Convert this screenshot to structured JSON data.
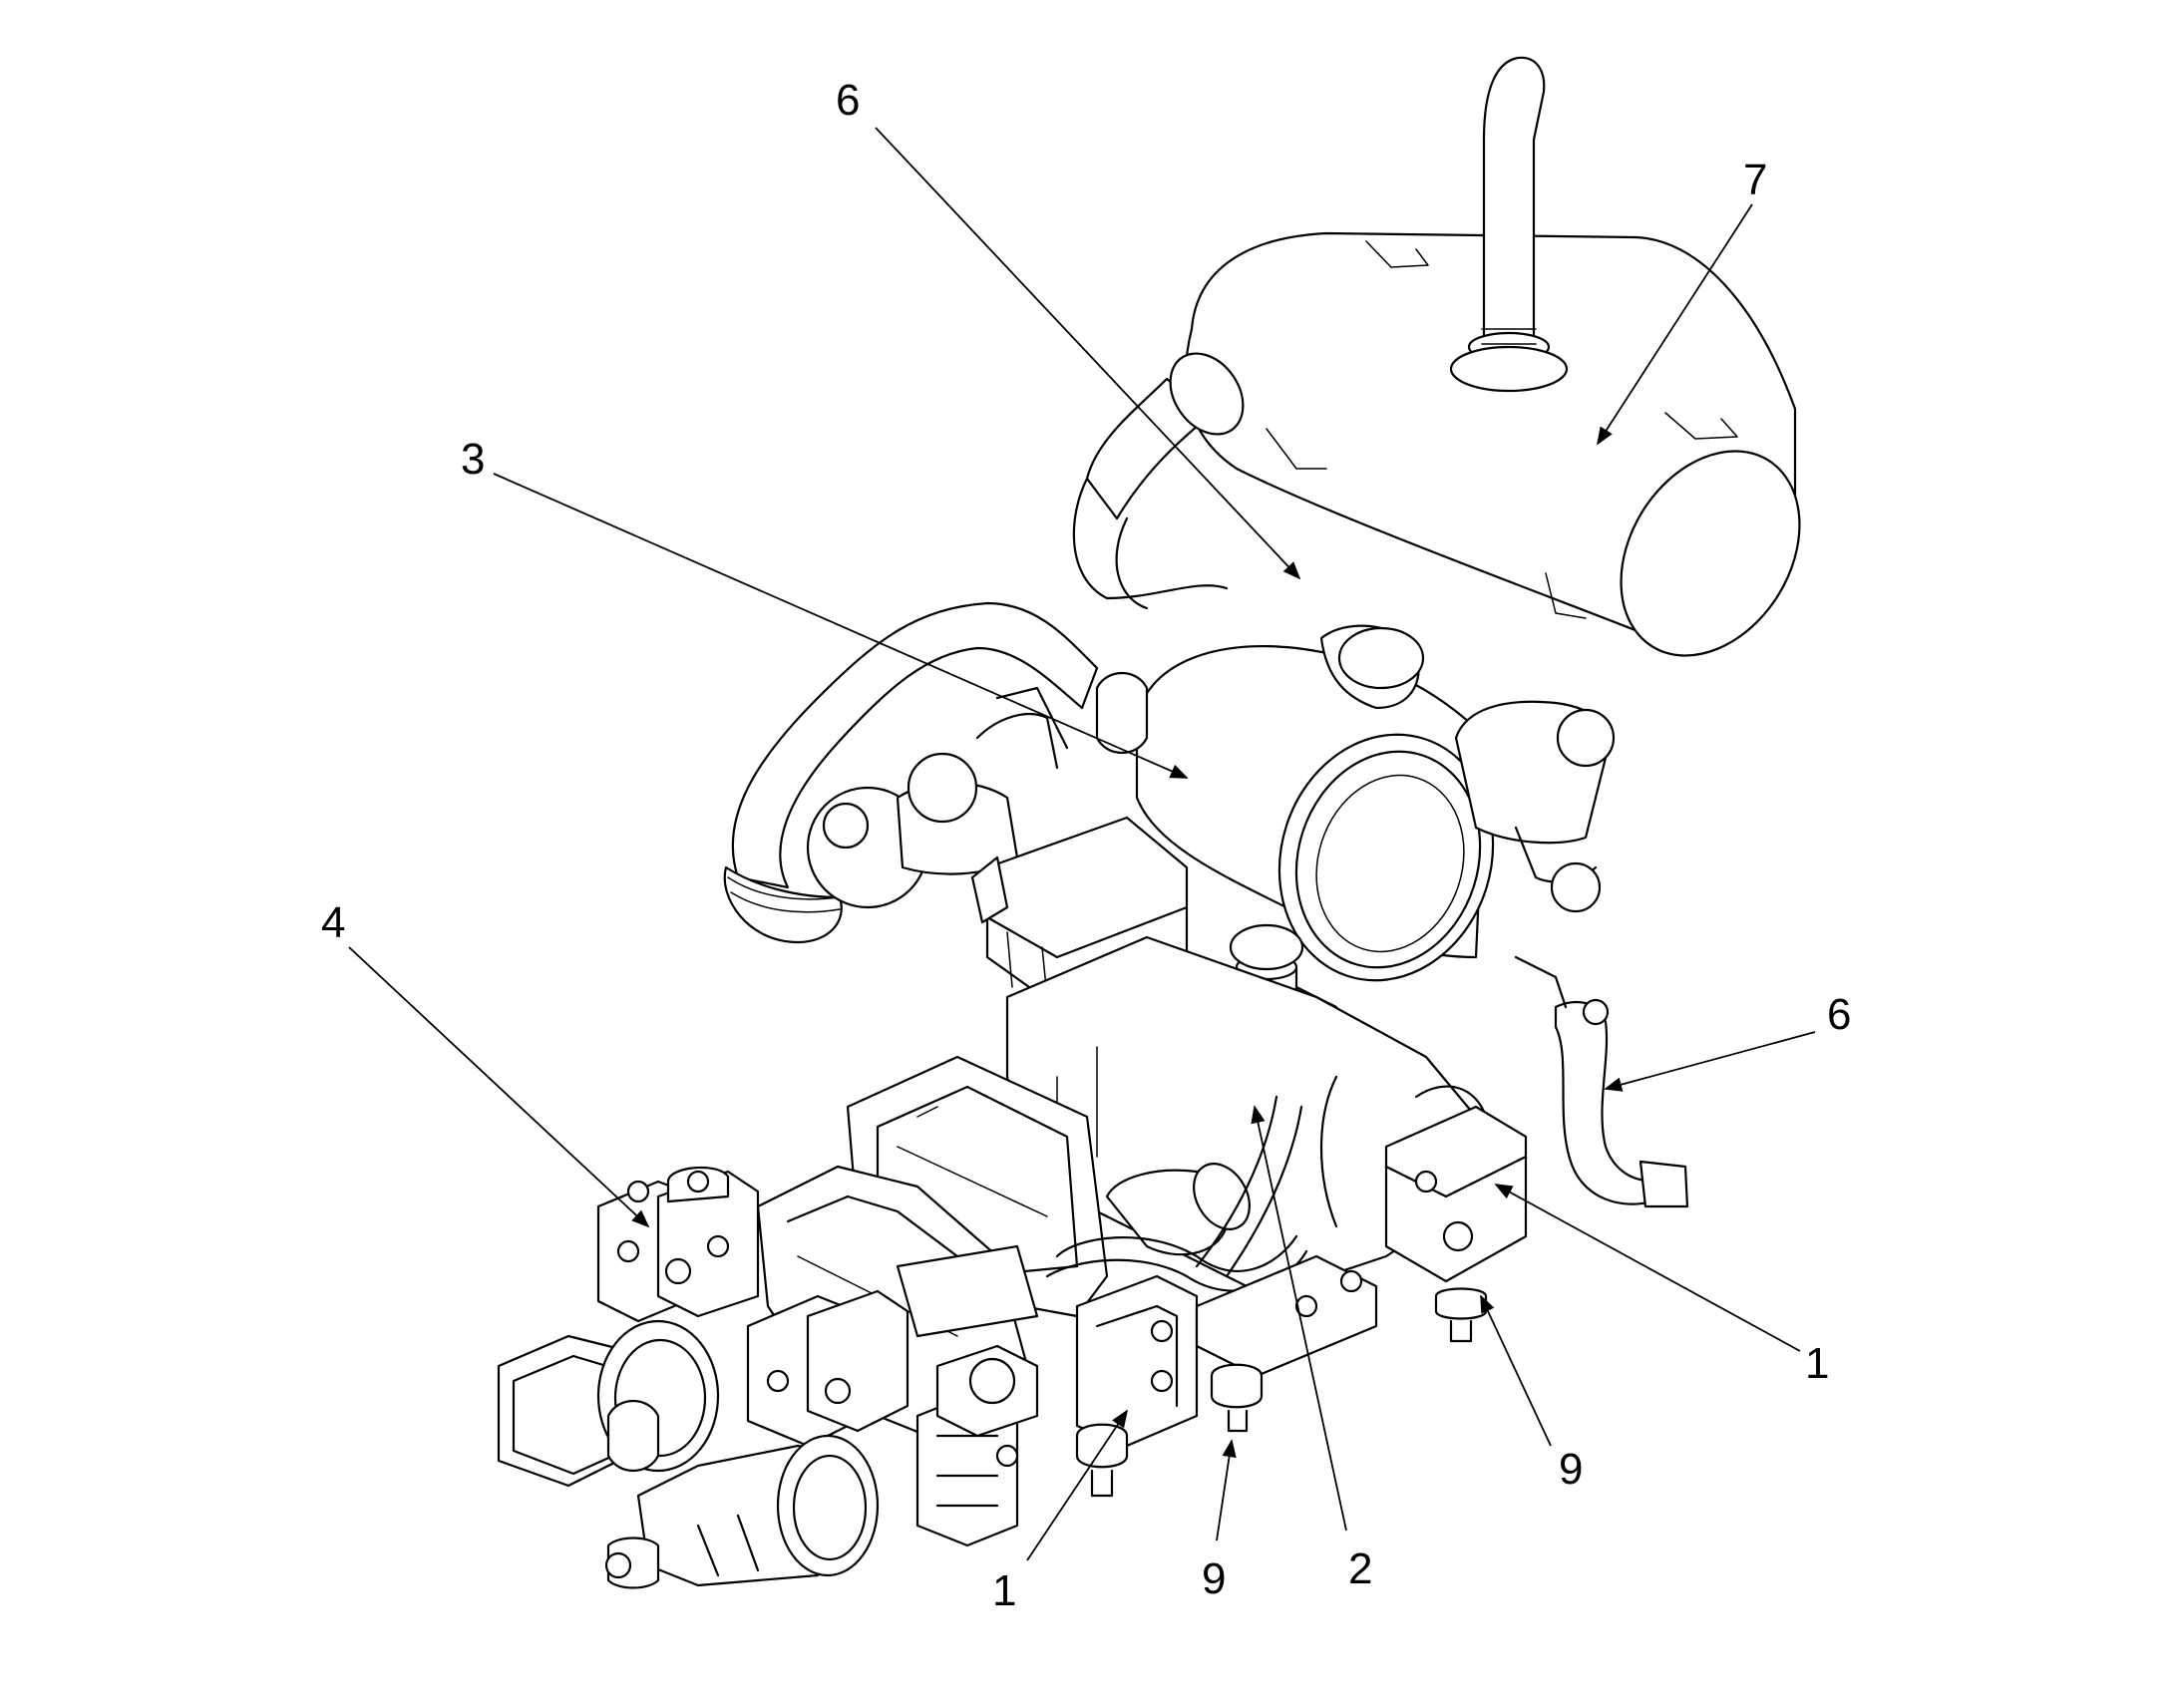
{
  "callouts": [
    {
      "id": "c1",
      "label": "6"
    },
    {
      "id": "c2",
      "label": "7"
    },
    {
      "id": "c3",
      "label": "3"
    },
    {
      "id": "c4",
      "label": "4"
    },
    {
      "id": "c5",
      "label": "6"
    },
    {
      "id": "c6",
      "label": "1"
    },
    {
      "id": "c7",
      "label": "9"
    },
    {
      "id": "c8",
      "label": "2"
    },
    {
      "id": "c9",
      "label": "9"
    },
    {
      "id": "c10",
      "label": "1"
    }
  ],
  "colors": {
    "line": "#000000",
    "background": "#ffffff"
  }
}
